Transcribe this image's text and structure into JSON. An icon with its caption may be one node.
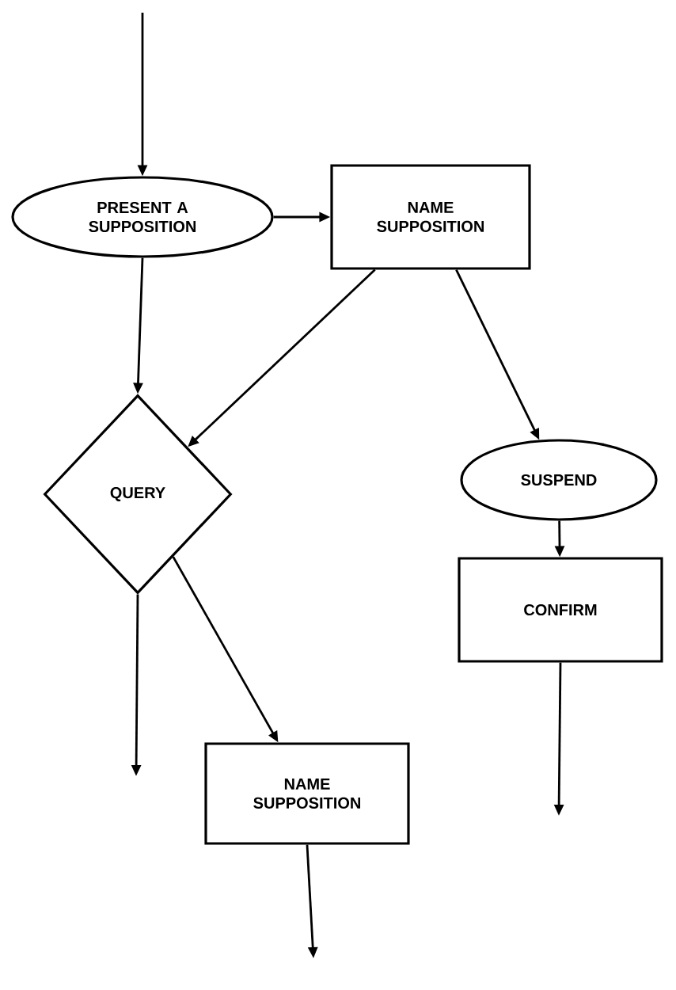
{
  "diagram": {
    "nodes": [
      {
        "text": [
          "PRESENT A SUPPOSITION"
        ]
      },
      {
        "text": [
          "NAME SUPPOSITION"
        ]
      },
      {
        "text": [
          "QUERY"
        ]
      },
      {
        "text": [
          "SUSPEND"
        ]
      },
      {
        "text": [
          "CONFIRM"
        ]
      },
      {
        "text": [
          "NAME SUPPOSITION"
        ]
      }
    ],
    "edges": [
      {
        "from": null,
        "to": 0,
        "arrow": "to"
      },
      {
        "from": 0,
        "to": 1,
        "arrow": "to"
      },
      {
        "from": 0,
        "to": 2,
        "arrow": "to"
      },
      {
        "from": 1,
        "to": 2,
        "arrow": "to"
      },
      {
        "from": 1,
        "to": 3,
        "arrow": "to"
      },
      {
        "from": 3,
        "to": 4,
        "arrow": "to"
      },
      {
        "from": 2,
        "to": 5,
        "arrow": "to"
      },
      {
        "from": 2,
        "to": null,
        "arrow": "to"
      },
      {
        "from": 4,
        "to": null,
        "arrow": "to"
      },
      {
        "from": 5,
        "to": null,
        "arrow": "to"
      }
    ]
  }
}
